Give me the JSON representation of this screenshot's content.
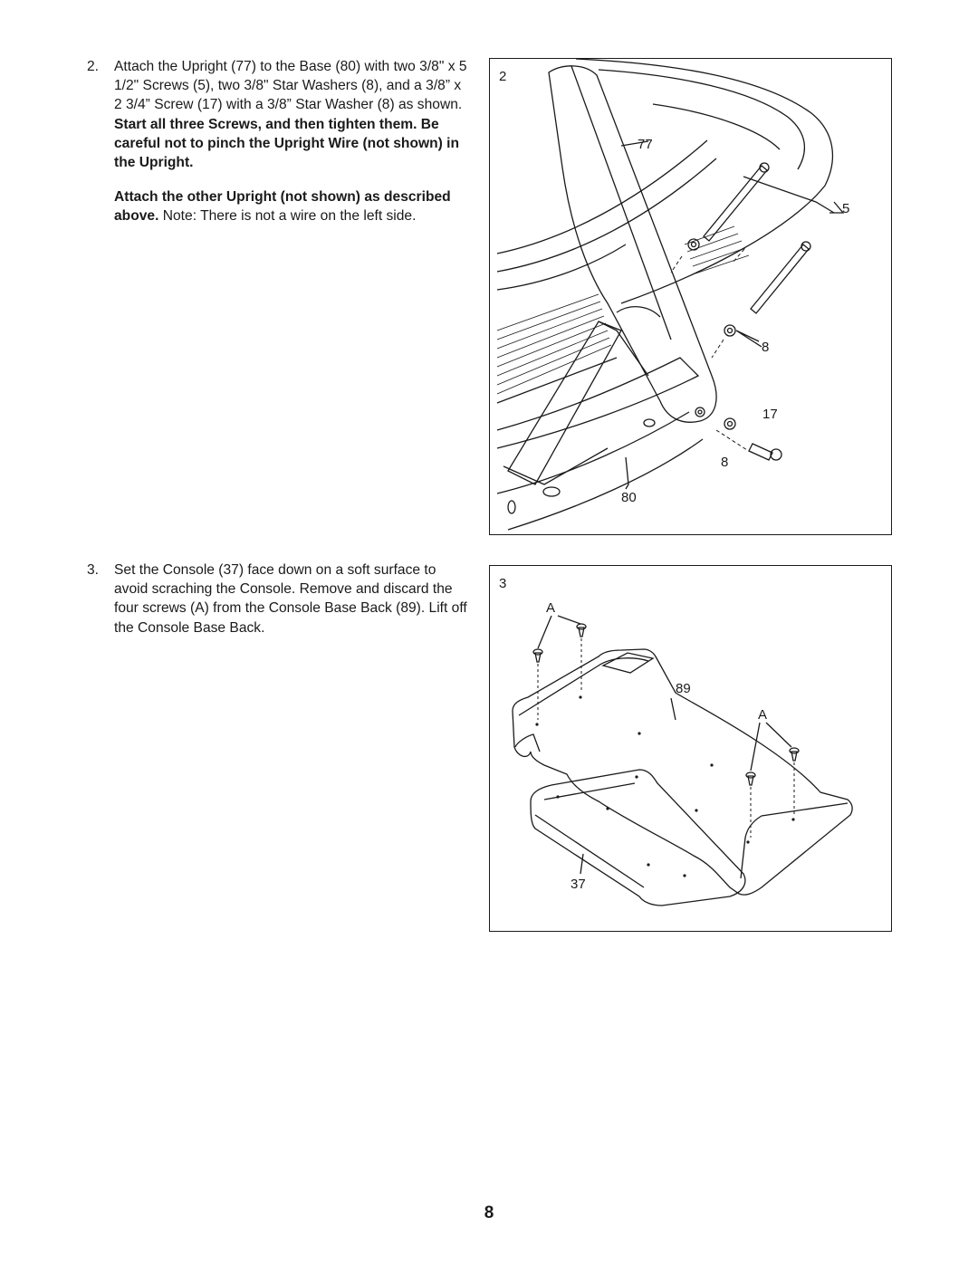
{
  "step2": {
    "number": "2.",
    "text_plain": "Attach the Upright (77) to the Base (80) with two 3/8\" x 5 1/2\" Screws (5), two 3/8\" Star Washers (8), and a 3/8” x 2 3/4” Screw (17) with a 3/8” Star Washer (8) as shown.",
    "text_bold": "Start all three Screws, and then tighten them. Be careful not to pinch the Upright Wire (not shown) in the Upright.",
    "text2_bold": "Attach the other Upright (not shown) as described above.",
    "text2_plain": "Note: There is not a wire on the left side."
  },
  "step3": {
    "number": "3.",
    "text_plain": "Set the Console (37) face down on a soft surface to avoid scraching the Console. Remove and discard the four screws (A) from the Console Base Back (89). Lift off the Console Base Back."
  },
  "figure2": {
    "step_label": "2",
    "callouts": {
      "upright": "77",
      "screws_long": "5",
      "star_washer_top": "8",
      "screw_short": "17",
      "star_washer_bottom": "8",
      "base": "80"
    }
  },
  "figure3": {
    "step_label": "3",
    "callouts": {
      "screws_top": "A",
      "console_base_back": "89",
      "screws_right": "A",
      "console": "37"
    }
  },
  "page_number": "8"
}
